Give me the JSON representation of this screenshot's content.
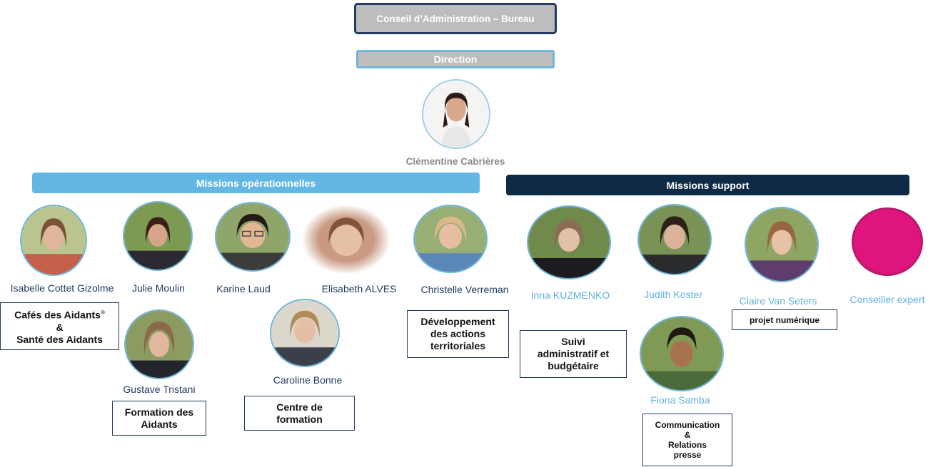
{
  "board": {
    "label": "Conseil d’Administration – Bureau"
  },
  "direction": {
    "label": "Direction",
    "person": "Clémentine Cabrières"
  },
  "ops": {
    "label": "Missions opérationnelles"
  },
  "support": {
    "label": "Missions support"
  },
  "people": {
    "isabelle": "Isabelle Cottet Gizolme",
    "julie": "Julie Moulin",
    "karine": "Karine Laud",
    "elisabeth": "Elisabeth ALVES",
    "christelle": "Christelle Verreman",
    "gustave": "Gustave Tristani",
    "caroline": "Caroline Bonne",
    "inna": "Inna KUZMENKO",
    "judith": "Judith Koster",
    "claire": "Claire Van Seters",
    "conseiller": "Conseiller expert",
    "fiona": "Fiona Samba"
  },
  "roles": {
    "cafes_line1": "Cafés des Aidants",
    "cafes_reg": "®",
    "cafes_line2": "&",
    "cafes_line3": "Santé des Aidants",
    "formation_line1": "Formation des",
    "formation_line2": "Aidants",
    "centre_line1": "Centre de",
    "centre_line2": "formation",
    "dev_line1": "Développement",
    "dev_line2": "des actions",
    "dev_line3": "territoriales",
    "suivi_line1": "Suivi",
    "suivi_line2": "administratif et",
    "suivi_line3": "budgétaire",
    "projet": "projet numérique",
    "comm_line1": "Communication",
    "comm_line2": "&",
    "comm_line3": "Relations",
    "comm_line4": "presse"
  },
  "colors": {
    "ops_bar": "#63b8e3",
    "support_bar": "#0f2a44",
    "board_bg": "#bdbdbd",
    "board_border": "#243a63",
    "direction_border": "#6fb6dc",
    "placeholder_circle": "#e0147e"
  }
}
